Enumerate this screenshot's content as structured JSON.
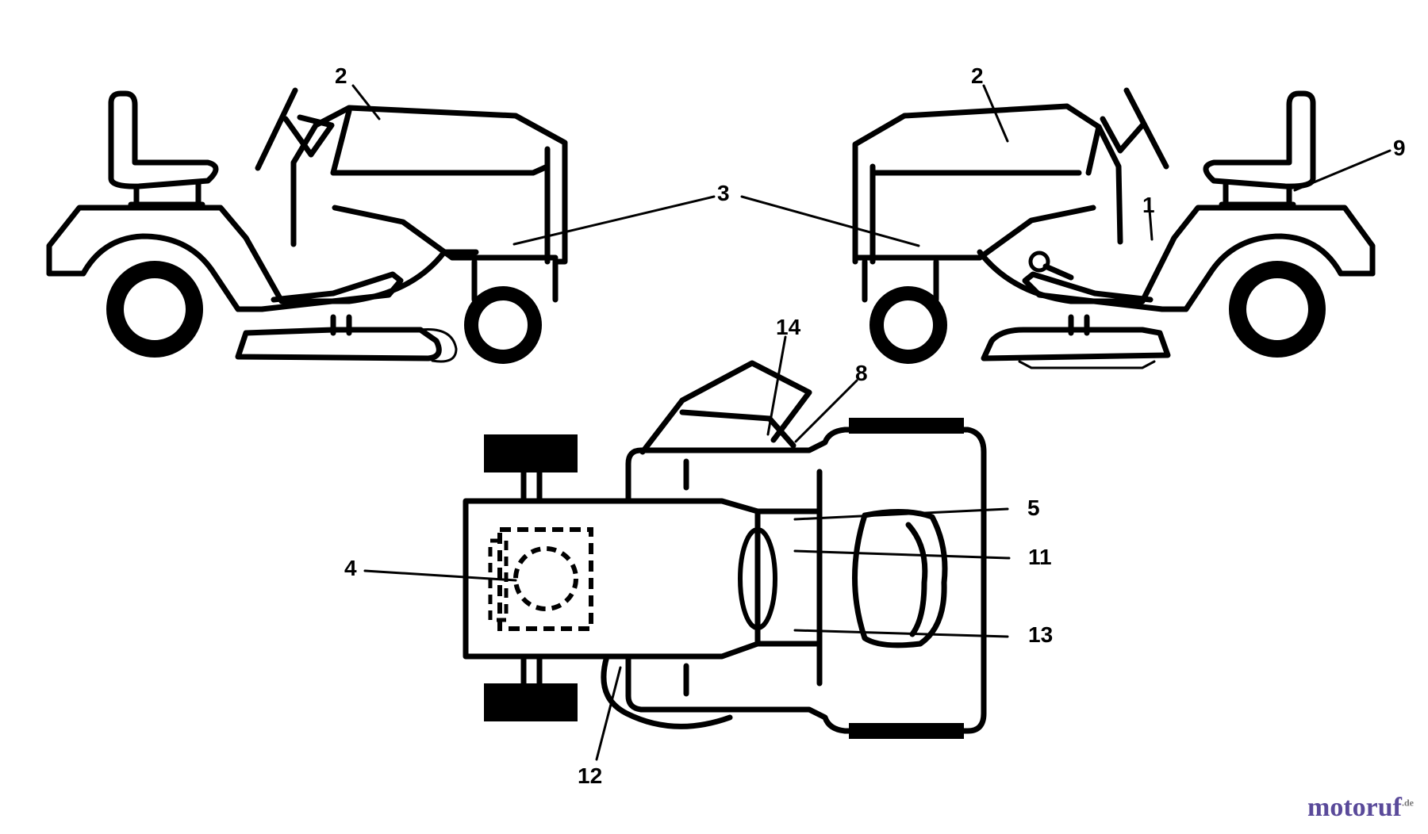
{
  "callouts": {
    "c2_left": "2",
    "c2_right": "2",
    "c3": "3",
    "c9": "9",
    "c1": "1",
    "c14": "14",
    "c8": "8",
    "c5": "5",
    "c11": "11",
    "c13": "13",
    "c4": "4",
    "c12": "12"
  },
  "watermark": {
    "text": "motoruf",
    "suffix": ".de"
  }
}
